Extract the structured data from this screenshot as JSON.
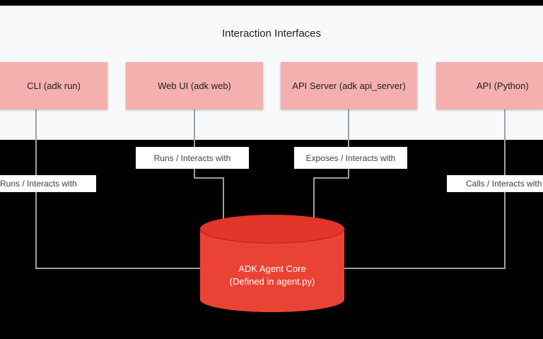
{
  "title": "Interaction Interfaces",
  "interfaces": [
    {
      "label": "CLI (adk run)"
    },
    {
      "label": "Web UI (adk web)"
    },
    {
      "label": "API Server (adk api_server)"
    },
    {
      "label": "API (Python)"
    }
  ],
  "edge_labels": [
    {
      "label": "Runs / Interacts with"
    },
    {
      "label": "Runs / Interacts with"
    },
    {
      "label": "Exposes / Interacts with"
    },
    {
      "label": "Calls / Interacts with"
    }
  ],
  "core": {
    "line1": "ADK Agent Core",
    "line2": "(Defined in agent.py)"
  },
  "colors": {
    "background": "#000000",
    "panel": "#f8f9fa",
    "interface_box": "#f4b0ae",
    "core_fill": "#ea4335",
    "core_top": "#e2362b",
    "connector": "#9aa0a6",
    "label_bg": "#ffffff"
  }
}
